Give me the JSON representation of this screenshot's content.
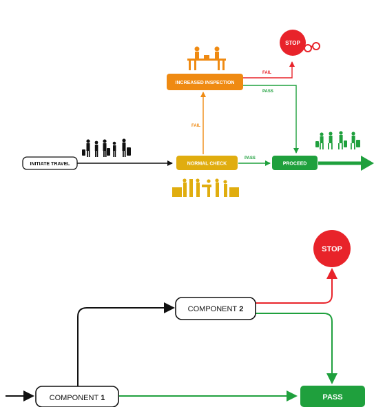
{
  "colors": {
    "black": "#111111",
    "yellow": "#e0ad0f",
    "orange": "#ef8a12",
    "green": "#1fa03d",
    "red": "#e8232a"
  },
  "top_flow": {
    "initiate": "INITIATE TRAVEL",
    "normal": "NORMAL CHECK",
    "increased": "INCREASED INSPECTION",
    "proceed": "PROCEED",
    "stop": "STOP",
    "fail_1": "FAIL",
    "fail_2": "FAIL",
    "pass_1": "PASS",
    "pass_2": "PASS"
  },
  "icons": {
    "travellers": "travellers-silhouettes-icon",
    "inspection": "inspection-desk-icon",
    "checkpoint": "security-checkpoint-icon",
    "walking": "walking-travellers-icon",
    "handcuffs": "handcuffs-icon"
  },
  "bottom_flow": {
    "component1_word": "COMPONENT",
    "component1_num": "1",
    "component2_word": "COMPONENT",
    "component2_num": "2",
    "pass": "PASS",
    "stop": "STOP"
  }
}
